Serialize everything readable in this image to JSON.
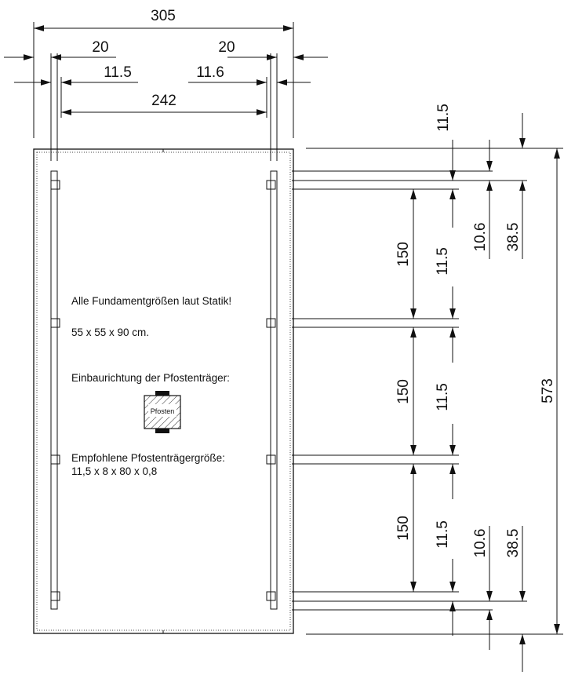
{
  "dimensions": {
    "overall_width": "305",
    "left_edge_offset": "20",
    "right_edge_offset": "20",
    "left_post_offset": "11.5",
    "right_post_offset": "11.6",
    "post_spacing_width": "242",
    "overall_length": "573",
    "top_margin_to_bracket": "11.5",
    "top_bracket_depth": "10.6",
    "top_edge_to_post": "38.5",
    "span_1": "150",
    "span_2": "150",
    "span_3": "150",
    "post_size_1": "11.5",
    "post_size_2": "11.5",
    "post_size_3": "11.5",
    "bottom_bracket_depth": "10.6",
    "bottom_edge_to_post": "38.5"
  },
  "notes": {
    "foundation": "Alle Fundamentgrößen laut Statik!",
    "foundation_size": "55 x 55 x 90 cm.",
    "install_direction": "Einbaurichtung der Pfostenträger:",
    "post_label": "Pfosten",
    "recommended_size": "Empfohlene Pfostenträgergröße:",
    "recommended_size_value": "11,5 x 8 x 80 x 0,8"
  }
}
